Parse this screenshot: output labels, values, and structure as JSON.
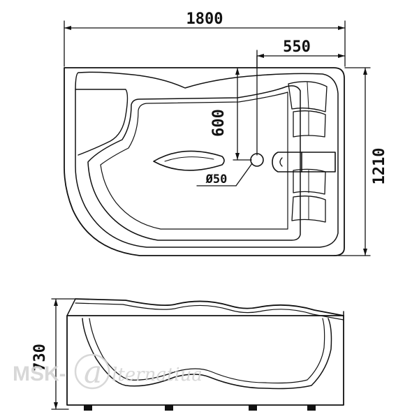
{
  "dimensions": {
    "overall_length": "1800",
    "drain_offset": "550",
    "drain_depth": "600",
    "drain_diameter": "Ø50",
    "overall_width": "1210",
    "height": "730"
  },
  "watermark": {
    "left": "MSK-",
    "right": "lternatiua"
  }
}
